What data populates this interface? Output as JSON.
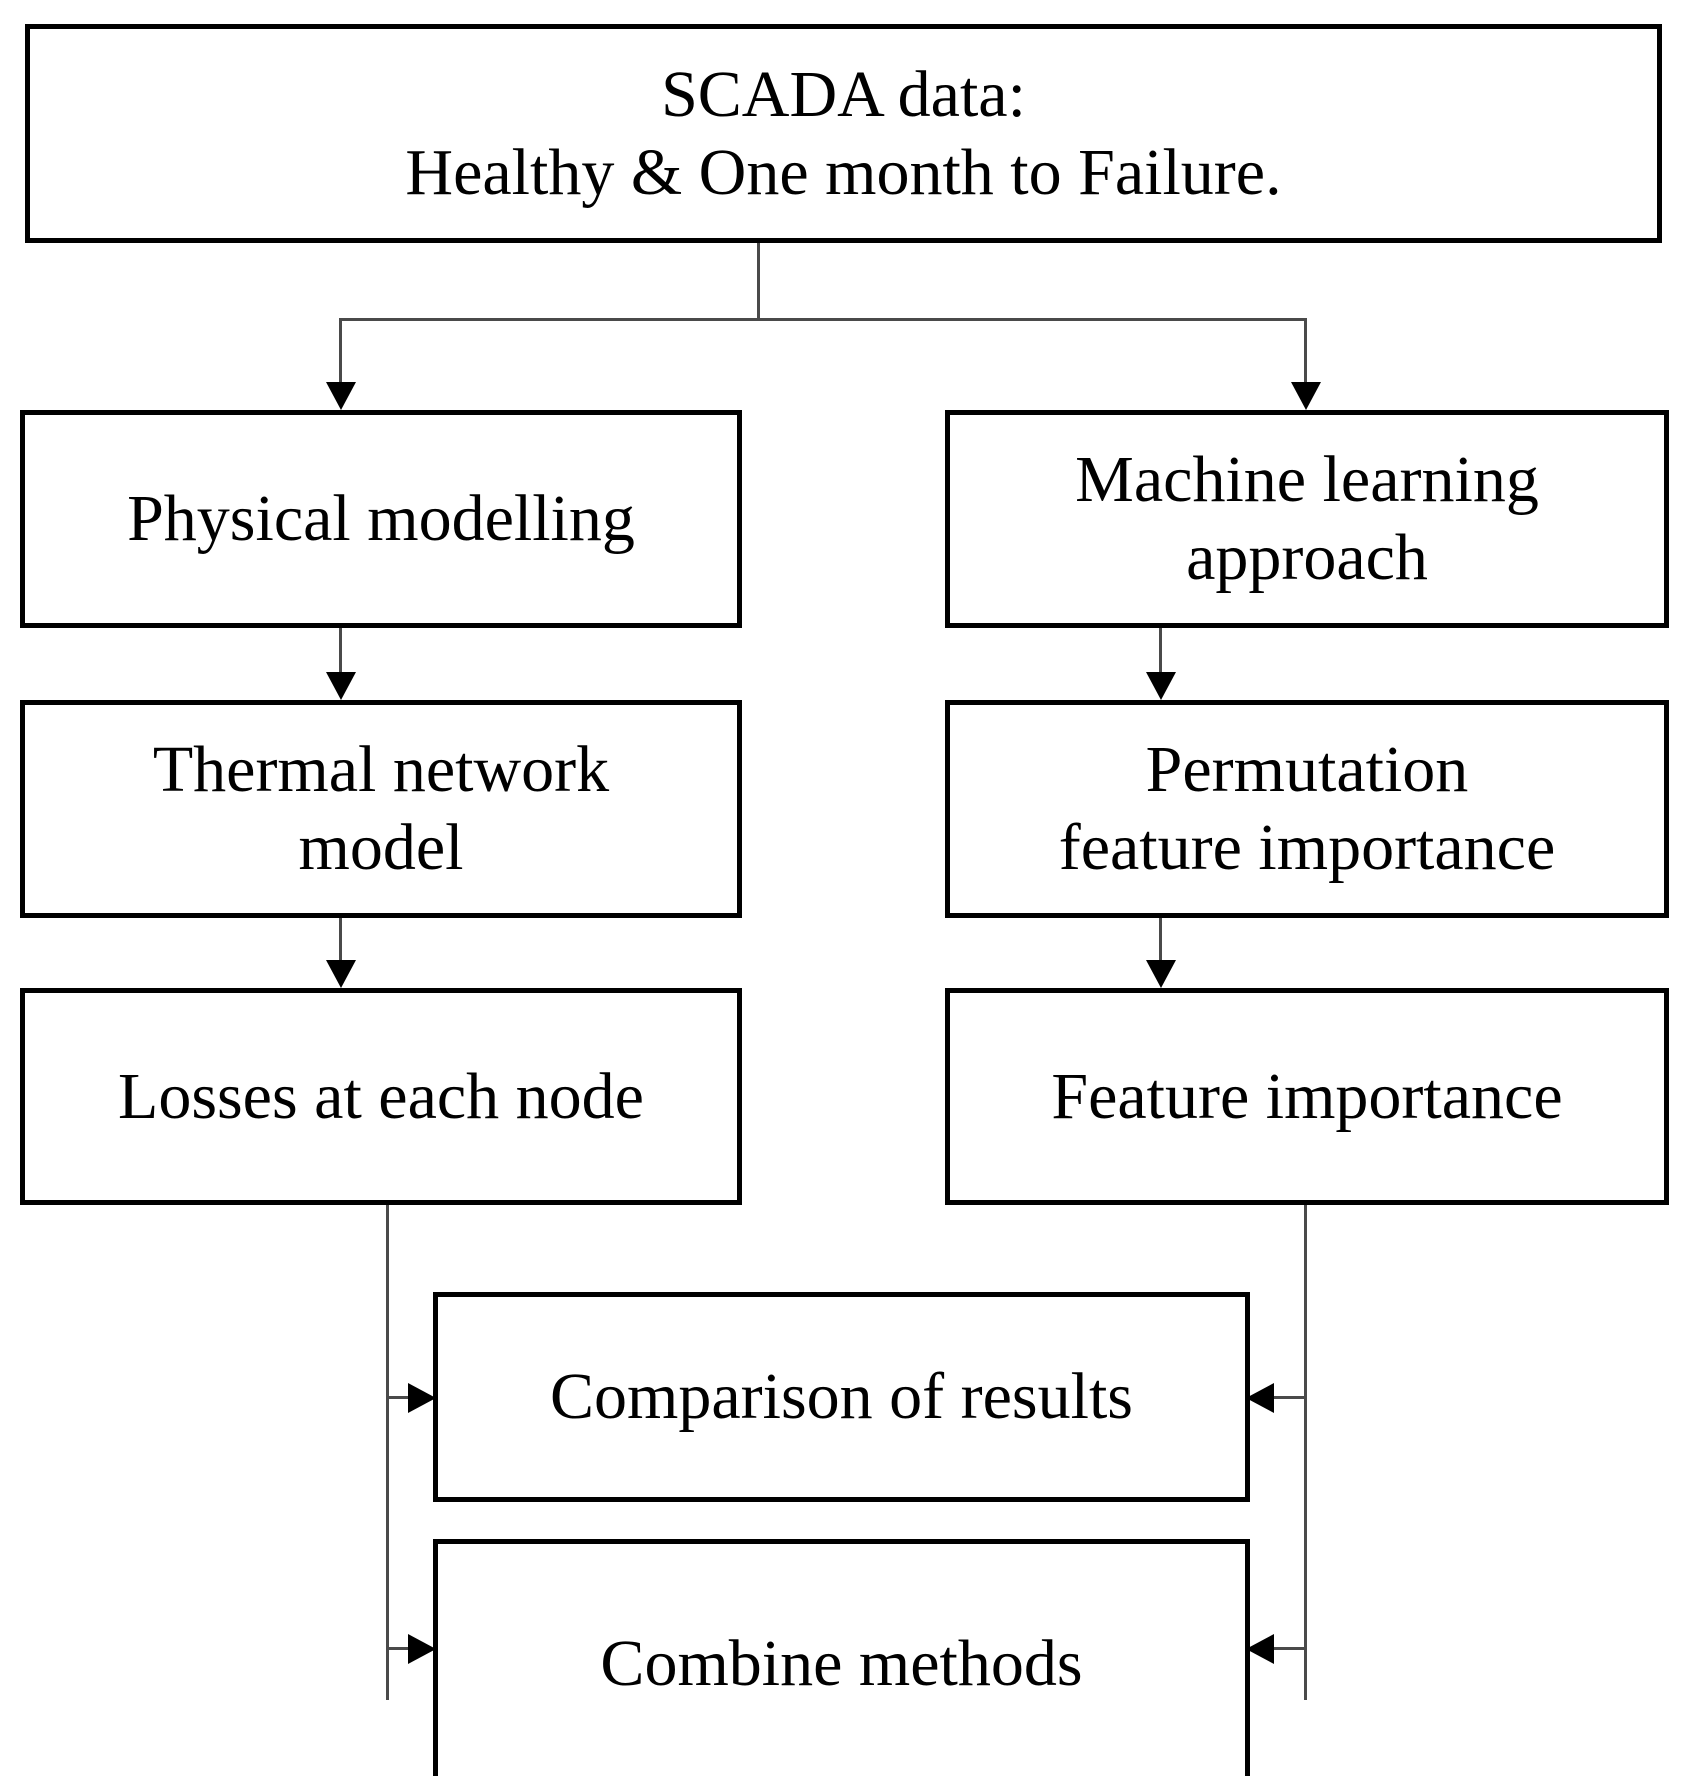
{
  "diagram": {
    "title": "SCADA data processing and comparison flowchart",
    "background_color": "#ffffff",
    "line_color": "#4a4a4a",
    "box_border_color": "#000000",
    "text_color": "#000000",
    "nodes": {
      "scada": "SCADA data:\nHealthy & One month to Failure.",
      "physical": "Physical modelling",
      "ml": "Machine learning\napproach",
      "thermal": "Thermal network\nmodel",
      "permutation": "Permutation\nfeature importance",
      "losses": "Losses at each node",
      "feature_importance": "Feature importance",
      "comparison": "Comparison of results",
      "combine": "Combine methods"
    },
    "edges": [
      {
        "from": "scada",
        "to": "physical",
        "kind": "split-left"
      },
      {
        "from": "scada",
        "to": "ml",
        "kind": "split-right"
      },
      {
        "from": "physical",
        "to": "thermal",
        "kind": "down"
      },
      {
        "from": "thermal",
        "to": "losses",
        "kind": "down"
      },
      {
        "from": "ml",
        "to": "permutation",
        "kind": "down"
      },
      {
        "from": "permutation",
        "to": "feature_importance",
        "kind": "down"
      },
      {
        "from": "losses",
        "to": "comparison",
        "kind": "elbow-right"
      },
      {
        "from": "losses",
        "to": "combine",
        "kind": "elbow-right"
      },
      {
        "from": "feature_importance",
        "to": "comparison",
        "kind": "elbow-left"
      },
      {
        "from": "feature_importance",
        "to": "combine",
        "kind": "elbow-left"
      }
    ]
  }
}
